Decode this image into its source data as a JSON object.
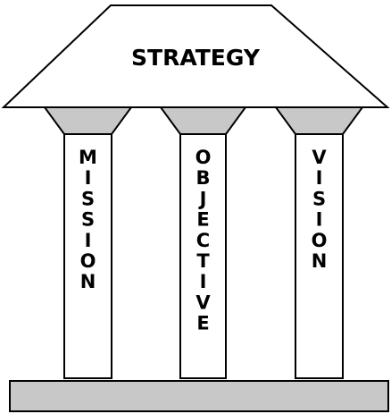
{
  "diagram": {
    "roof_label": "STRATEGY",
    "pillars": [
      {
        "name": "mission",
        "text": "MISSION"
      },
      {
        "name": "objective",
        "text": "OBJECTIVE"
      },
      {
        "name": "vision",
        "text": "VISION"
      }
    ]
  },
  "colors": {
    "outline": "#000000",
    "fill": "#ffffff",
    "capital": "#c8c8c8",
    "base": "#c8c8c8"
  }
}
